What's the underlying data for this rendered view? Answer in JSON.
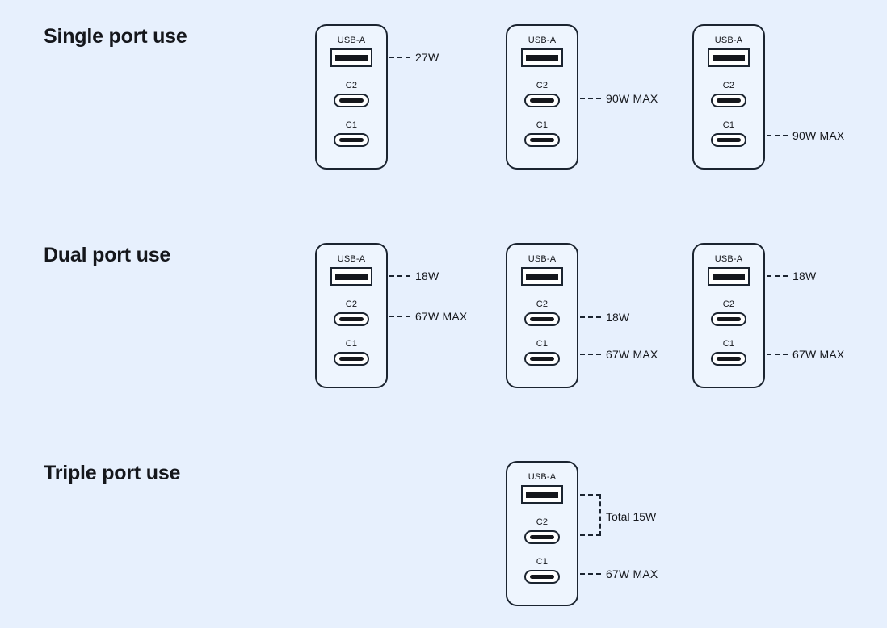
{
  "page": {
    "background_color": "#e7f0fd",
    "ink_color": "#1b2430"
  },
  "sections": [
    {
      "id": "single",
      "title": "Single port use",
      "chargers": [
        {
          "id": "single-1",
          "ports": [
            {
              "name": "USB-A",
              "type": "usb-a"
            },
            {
              "name": "C2",
              "type": "usb-c"
            },
            {
              "name": "C1",
              "type": "usb-c"
            }
          ],
          "callouts": [
            {
              "target": "USB-A",
              "text": "27W"
            }
          ]
        },
        {
          "id": "single-2",
          "ports": [
            {
              "name": "USB-A",
              "type": "usb-a"
            },
            {
              "name": "C2",
              "type": "usb-c"
            },
            {
              "name": "C1",
              "type": "usb-c"
            }
          ],
          "callouts": [
            {
              "target": "C2",
              "text": "90W MAX"
            }
          ]
        },
        {
          "id": "single-3",
          "ports": [
            {
              "name": "USB-A",
              "type": "usb-a"
            },
            {
              "name": "C2",
              "type": "usb-c"
            },
            {
              "name": "C1",
              "type": "usb-c"
            }
          ],
          "callouts": [
            {
              "target": "C1",
              "text": "90W MAX"
            }
          ]
        }
      ]
    },
    {
      "id": "dual",
      "title": "Dual port use",
      "chargers": [
        {
          "id": "dual-1",
          "ports": [
            {
              "name": "USB-A",
              "type": "usb-a"
            },
            {
              "name": "C2",
              "type": "usb-c"
            },
            {
              "name": "C1",
              "type": "usb-c"
            }
          ],
          "callouts": [
            {
              "target": "USB-A",
              "text": "18W"
            },
            {
              "target": "C2",
              "text": "67W MAX"
            }
          ]
        },
        {
          "id": "dual-2",
          "ports": [
            {
              "name": "USB-A",
              "type": "usb-a"
            },
            {
              "name": "C2",
              "type": "usb-c"
            },
            {
              "name": "C1",
              "type": "usb-c"
            }
          ],
          "callouts": [
            {
              "target": "C2",
              "text": "18W"
            },
            {
              "target": "C1",
              "text": "67W MAX"
            }
          ]
        },
        {
          "id": "dual-3",
          "ports": [
            {
              "name": "USB-A",
              "type": "usb-a"
            },
            {
              "name": "C2",
              "type": "usb-c"
            },
            {
              "name": "C1",
              "type": "usb-c"
            }
          ],
          "callouts": [
            {
              "target": "USB-A",
              "text": "18W"
            },
            {
              "target": "C1",
              "text": "67W MAX"
            }
          ]
        }
      ]
    },
    {
      "id": "triple",
      "title": "Triple port use",
      "chargers": [
        {
          "id": "triple-1",
          "ports": [
            {
              "name": "USB-A",
              "type": "usb-a"
            },
            {
              "name": "C2",
              "type": "usb-c"
            },
            {
              "name": "C1",
              "type": "usb-c"
            }
          ],
          "bracket": {
            "spans": [
              "USB-A",
              "C2"
            ],
            "text": "Total 15W"
          },
          "callouts": [
            {
              "target": "C1",
              "text": "67W MAX"
            }
          ]
        }
      ]
    }
  ]
}
